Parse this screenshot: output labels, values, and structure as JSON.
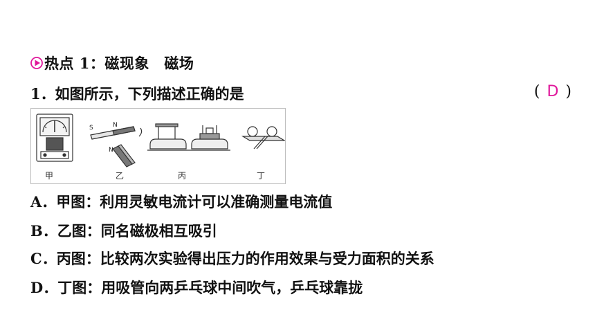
{
  "heading": {
    "text": "热点 1：磁现象　磁场",
    "icon": "play-triangle-icon",
    "icon_color": "#e0179b"
  },
  "question": {
    "text": "1．如图所示，下列描述正确的是",
    "paren_open": "(",
    "answer": "D",
    "paren_close": ")",
    "answer_color": "#e0179b"
  },
  "figure": {
    "captions": [
      "甲",
      "乙",
      "丙",
      "丁"
    ],
    "magnet_labels": {
      "s": "S",
      "n_top": "N",
      "n_bottom": "N"
    }
  },
  "options": [
    {
      "text": "A．甲图：利用灵敏电流计可以准确测量电流值"
    },
    {
      "text": "B．乙图：同名磁极相互吸引"
    },
    {
      "text": "C．丙图：比较两次实验得出压力的作用效果与受力面积的关系"
    },
    {
      "text": "D．丁图：用吸管向两乒乓球中间吹气，乒乓球靠拢"
    }
  ]
}
